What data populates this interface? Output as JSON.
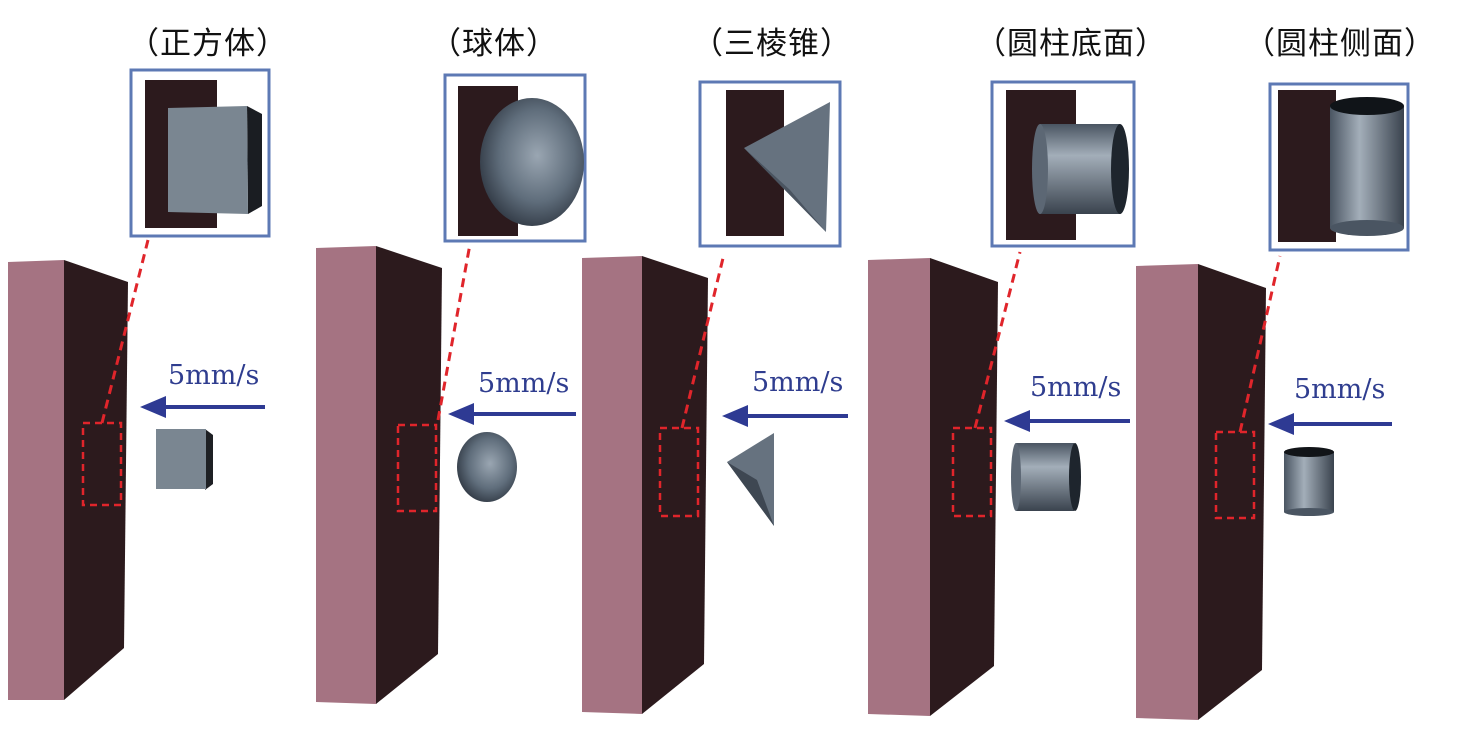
{
  "panels": [
    {
      "title": "（正方体）",
      "speed": "5mm/s",
      "shape": "cube"
    },
    {
      "title": "（球体）",
      "speed": "5mm/s",
      "shape": "sphere"
    },
    {
      "title": "（三棱锥）",
      "speed": "5mm/s",
      "shape": "triangular-pyramid"
    },
    {
      "title": "（圆柱底面）",
      "speed": "5mm/s",
      "shape": "cylinder-base"
    },
    {
      "title": "（圆柱侧面）",
      "speed": "5mm/s",
      "shape": "cylinder-side"
    }
  ],
  "colors": {
    "wall_front": "#a57382",
    "wall_side": "#2c1a1d",
    "object": "#6c7a88",
    "arrow": "#2e3a93",
    "dashed": "#e0252b",
    "inset_border": "#5d79b4"
  }
}
